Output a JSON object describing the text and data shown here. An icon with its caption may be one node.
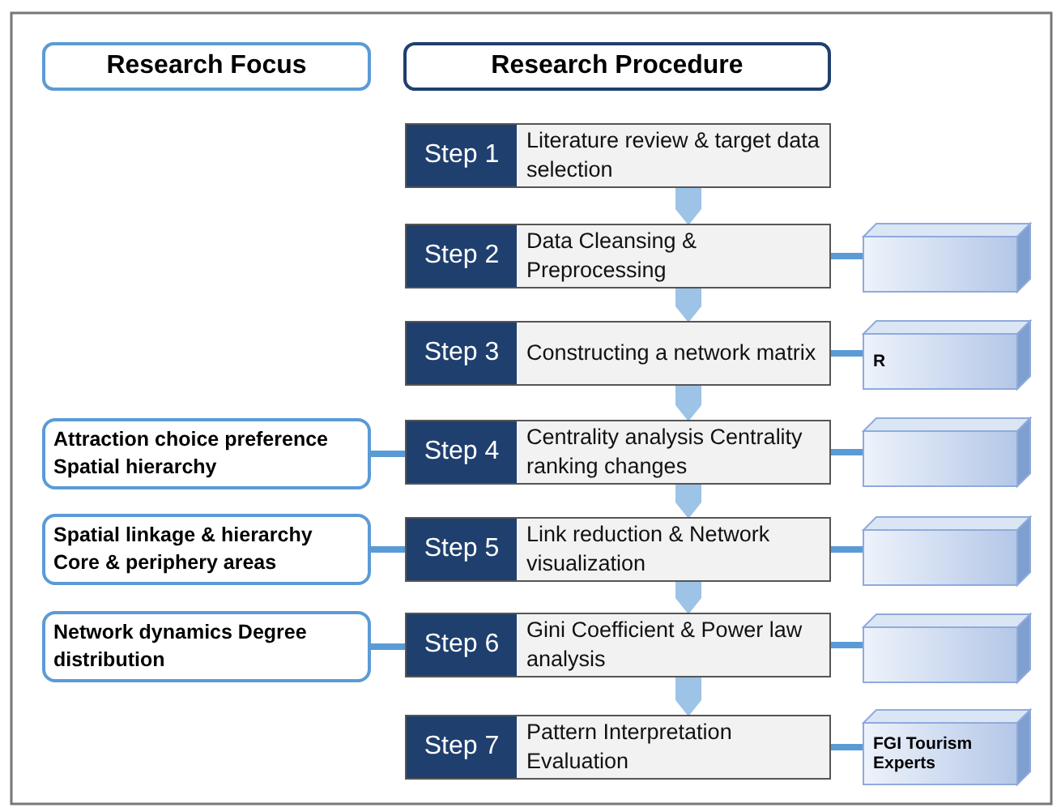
{
  "diagram": {
    "nodes": [
      {
        "text": [
          "Research Focus"
        ]
      },
      {
        "text": [
          "Research Procedure"
        ]
      },
      {
        "text": [
          "Step 1",
          "Literature review & target data selection"
        ]
      },
      {
        "text": [
          "Step 2",
          "Data Cleansing & Preprocessing"
        ]
      },
      {
        "text": [
          "Step 3",
          "Constructing a network matrix"
        ]
      },
      {
        "text": [
          "Step 4",
          "Centrality analysis Centrality ranking changes"
        ]
      },
      {
        "text": [
          "Step 5",
          "Link reduction & Network visualization"
        ]
      },
      {
        "text": [
          "Step 6",
          "Gini Coefficient & Power law analysis"
        ]
      },
      {
        "text": [
          "Step 7",
          "Pattern Interpretation Evaluation"
        ]
      },
      {
        "text": [
          "Attraction choice preference Spatial hierarchy"
        ]
      },
      {
        "text": [
          "Spatial linkage & hierarchy Core & periphery areas"
        ]
      },
      {
        "text": [
          "Network dynamics Degree distribution"
        ]
      },
      {
        "text": [],
        "shape": "box"
      },
      {
        "text": [
          "R"
        ]
      },
      {
        "text": [],
        "shape": "box"
      },
      {
        "text": [],
        "shape": "box"
      },
      {
        "text": [],
        "shape": "box"
      },
      {
        "text": [
          "FGI Tourism Experts"
        ]
      }
    ],
    "edges": [
      {
        "from": 2,
        "to": 3,
        "arrow": "to",
        "style": "thick"
      },
      {
        "from": 3,
        "to": 4,
        "arrow": "to",
        "style": "thick"
      },
      {
        "from": 4,
        "to": 5,
        "arrow": "to",
        "style": "thick"
      },
      {
        "from": 5,
        "to": 6,
        "arrow": "to",
        "style": "thick"
      },
      {
        "from": 6,
        "to": 7,
        "arrow": "to",
        "style": "thick"
      },
      {
        "from": 7,
        "to": 8,
        "arrow": "to",
        "style": "thick"
      },
      {
        "from": 9,
        "to": 5,
        "arrow": "none"
      },
      {
        "from": 10,
        "to": 6,
        "arrow": "none"
      },
      {
        "from": 11,
        "to": 7,
        "arrow": "none"
      },
      {
        "from": 3,
        "to": 12,
        "arrow": "none"
      },
      {
        "from": 4,
        "to": 13,
        "arrow": "none"
      },
      {
        "from": 5,
        "to": 14,
        "arrow": "none"
      },
      {
        "from": 6,
        "to": 15,
        "arrow": "none"
      },
      {
        "from": 7,
        "to": 16,
        "arrow": "none"
      },
      {
        "from": 8,
        "to": 17,
        "arrow": "none"
      }
    ]
  }
}
